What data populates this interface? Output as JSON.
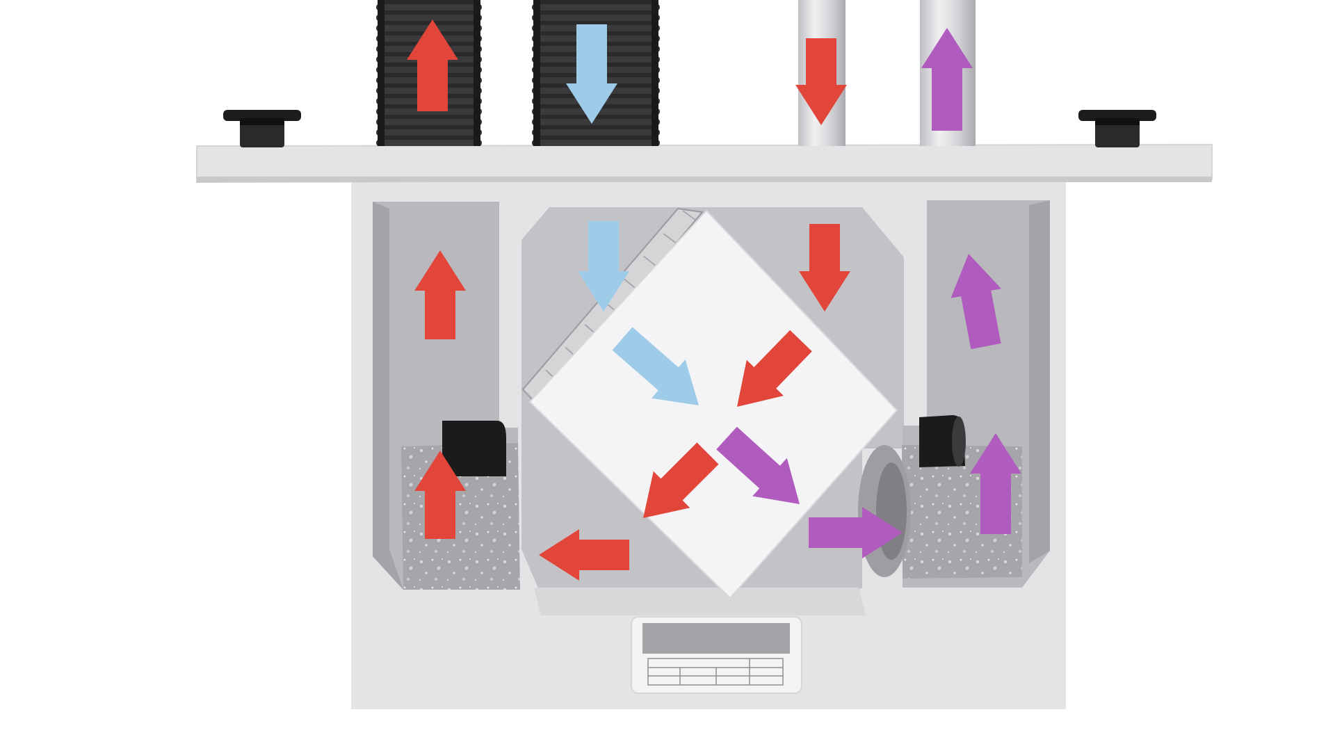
{
  "diagram": {
    "subject": "heat-recovery-ventilation-unit",
    "colors": {
      "background": "#ffffff",
      "housing": "#e4e4e6",
      "housing_shade": "#c9c9cc",
      "interior": "#b9b9bd",
      "interior_dark": "#a3a3a8",
      "core": "#f4f4f6",
      "flexible_duct": "#2a2a2b",
      "steel_duct": "#d6d6da",
      "filter": "#a9a9ad",
      "fan": "#1b1b1c",
      "arrow_extract_warm": "#e2463a",
      "arrow_fresh_outdoor": "#9dcbe8",
      "arrow_supply": "#b05cbf"
    },
    "components": [
      "flexible-duct-left",
      "flexible-duct-right",
      "steel-duct-left",
      "steel-duct-right",
      "mounting-knob-left",
      "mounting-knob-right",
      "heat-exchanger-core",
      "filter-left",
      "filter-right",
      "fan-left",
      "fan-right",
      "rating-plate"
    ],
    "airflows": [
      {
        "id": "fresh-air-in",
        "color": "arrow_fresh_outdoor"
      },
      {
        "id": "extract-air-in",
        "color": "arrow_extract_warm"
      },
      {
        "id": "exhaust-air-out",
        "color": "arrow_extract_warm"
      },
      {
        "id": "supply-air-out",
        "color": "arrow_supply"
      }
    ]
  }
}
